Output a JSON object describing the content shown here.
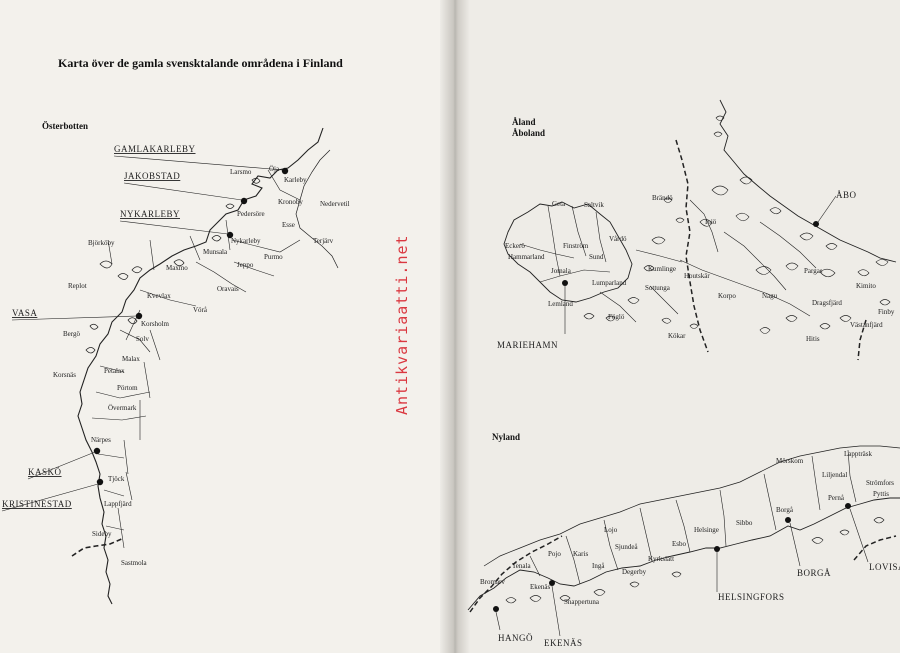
{
  "heading": "Karta över de gamla svensktalande områdena i Finland",
  "watermark": "Antikvariaatti.net",
  "regions": {
    "osterbotten": "Österbotten",
    "aland": "Åland",
    "aboland": "Åboland",
    "nyland": "Nyland"
  },
  "cities_osterbotten": [
    "GAMLAKARLEBY",
    "JAKOBSTAD",
    "NYKARLEBY",
    "VASA",
    "KASKÖ",
    "KRISTINESTAD"
  ],
  "towns_osterbotten": [
    "Öja",
    "Larsmo",
    "Karleby",
    "Kronoby",
    "Nedervetil",
    "Pedersöre",
    "Esse",
    "Terjärv",
    "Nykarleby",
    "Munsala",
    "Purmo",
    "Jeppo",
    "Björköby",
    "Maxmo",
    "Oravais",
    "Replot",
    "Kvevlax",
    "Vörå",
    "Korsholm",
    "Bergö",
    "Solv",
    "Malax",
    "Petalax",
    "Korsnäs",
    "Pörtom",
    "Övermark",
    "Närpes",
    "Tjöck",
    "Lappfjärd",
    "Sideby",
    "Sastmola"
  ],
  "cities_aland": [
    "MARIEHAMN",
    "ÅBO"
  ],
  "towns_aland": [
    "Geta",
    "Saltvik",
    "Brändö",
    "Eckerö",
    "Hammarland",
    "Finström",
    "Vårdö",
    "Sund",
    "Jomala",
    "Kumlinge",
    "Lumparland",
    "Sottunga",
    "Lemland",
    "Föglö",
    "Kökar",
    "Iniö",
    "Houtskär",
    "Korpo",
    "Nagu",
    "Pargas",
    "Kimito",
    "Dragsfjärd",
    "Västanfjärd",
    "Finby",
    "Hitis"
  ],
  "cities_nyland": [
    "HELSINGFORS",
    "BORGÅ",
    "LOVISA",
    "HANGÖ",
    "EKENÄS"
  ],
  "towns_nyland": [
    "Lappträsk",
    "Mörskom",
    "Liljendal",
    "Strömfors",
    "Pyttis",
    "Pernå",
    "Borgå",
    "Sibbo",
    "Helsinge",
    "Esbo",
    "Lojo",
    "Kyrkslätt",
    "Sjundeå",
    "Karis",
    "Pojo",
    "Tenala",
    "Bromarv",
    "Ingå",
    "Degerby",
    "Ekenäs",
    "Snappertuna"
  ]
}
